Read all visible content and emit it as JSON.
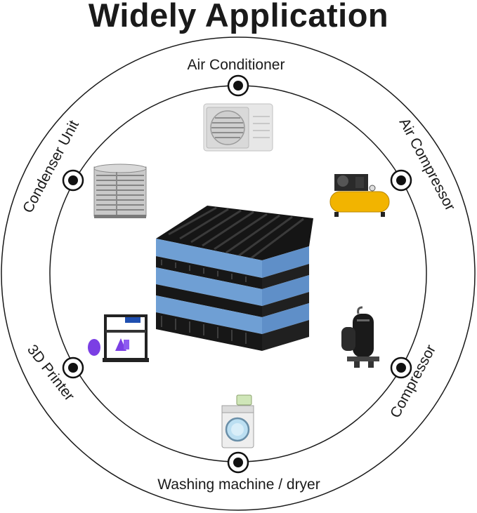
{
  "title": "Widely Application",
  "applications": [
    {
      "label": "Air Conditioner",
      "icon": "air-conditioner-icon"
    },
    {
      "label": "Air Compressor",
      "icon": "air-compressor-icon"
    },
    {
      "label": "Compressor",
      "icon": "compressor-icon"
    },
    {
      "label": "Washing machine / dryer",
      "icon": "washing-machine-icon"
    },
    {
      "label": "3D Printer",
      "icon": "3d-printer-icon"
    },
    {
      "label": "Condenser Unit",
      "icon": "condenser-unit-icon"
    }
  ],
  "colors": {
    "ring": "#1a1a1a",
    "pad_blue": "#6f9fd4",
    "pad_black": "#151515",
    "compressor_yellow": "#f2b400"
  }
}
